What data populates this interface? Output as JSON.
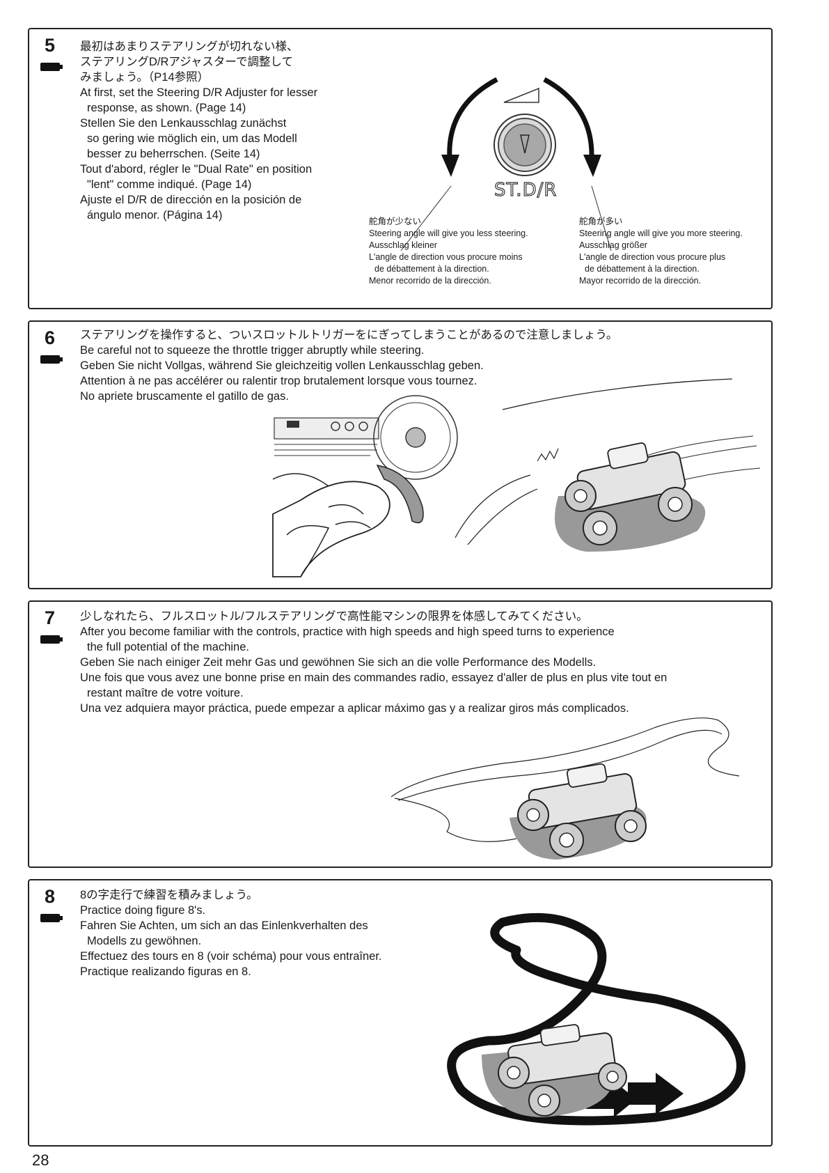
{
  "page_number": "28",
  "steps": [
    {
      "number": "5",
      "lines": [
        "最初はあまりステアリングが切れない様、",
        "ステアリングD/Rアジャスターで調整して",
        "みましょう。（P14参照）",
        "At first, set the Steering D/R Adjuster for lesser",
        "response, as shown. (Page 14)",
        "Stellen Sie den Lenkausschlag zunächst",
        "so gering wie möglich ein, um das Modell",
        "besser zu beherrschen. (Seite 14)",
        "Tout d'abord, régler le \"Dual Rate\" en position",
        "\"lent\" comme indiqué. (Page 14)",
        "Ajuste el D/R de dirección en la posición de",
        "ángulo menor. (Página 14)"
      ],
      "dial_label": "ST.D/R",
      "caption_left": [
        "舵角が少ない",
        "Steering angle will give you less steering.",
        "Ausschlag kleiner",
        "L'angle de direction vous procure moins",
        "de débattement à la direction.",
        "Menor recorrido de la dirección."
      ],
      "caption_right": [
        "舵角が多い",
        "Steering angle will give you more steering.",
        "Ausschlag größer",
        "L'angle de direction vous procure plus",
        "de débattement à la direction.",
        "Mayor recorrido de la dirección."
      ]
    },
    {
      "number": "6",
      "lines": [
        "ステアリングを操作すると、ついスロットルトリガーをにぎってしまうことがあるので注意しましょう。",
        "Be careful not to squeeze the throttle trigger abruptly while steering.",
        "Geben Sie nicht Vollgas, während Sie gleichzeitig vollen Lenkausschlag geben.",
        "Attention à ne pas accélérer ou ralentir trop brutalement lorsque vous tournez.",
        "No apriete bruscamente el gatillo de gas."
      ]
    },
    {
      "number": "7",
      "lines": [
        "少しなれたら、フルスロットル/フルステアリングで高性能マシンの限界を体感してみてください。",
        "After you become familiar with the controls, practice with high speeds and high speed turns to experience",
        "the full potential of the machine.",
        "Geben Sie nach einiger Zeit mehr Gas und gewöhnen Sie sich an die volle Performance des Modells.",
        "Une fois que vous avez une bonne prise en main des commandes radio, essayez d'aller de plus en plus vite tout en",
        "restant maître de votre voiture.",
        "Una vez adquiera mayor práctica, puede empezar a aplicar máximo gas y a realizar giros más complicados."
      ]
    },
    {
      "number": "8",
      "lines": [
        "8の字走行で練習を積みましょう。",
        "Practice doing figure 8's.",
        "Fahren Sie Achten, um sich an das Einlenkverhalten des",
        "Modells zu gewöhnen.",
        "Effectuez des tours en 8 (voir schéma) pour vous entraîner.",
        "Practique realizando figuras en 8."
      ]
    }
  ]
}
